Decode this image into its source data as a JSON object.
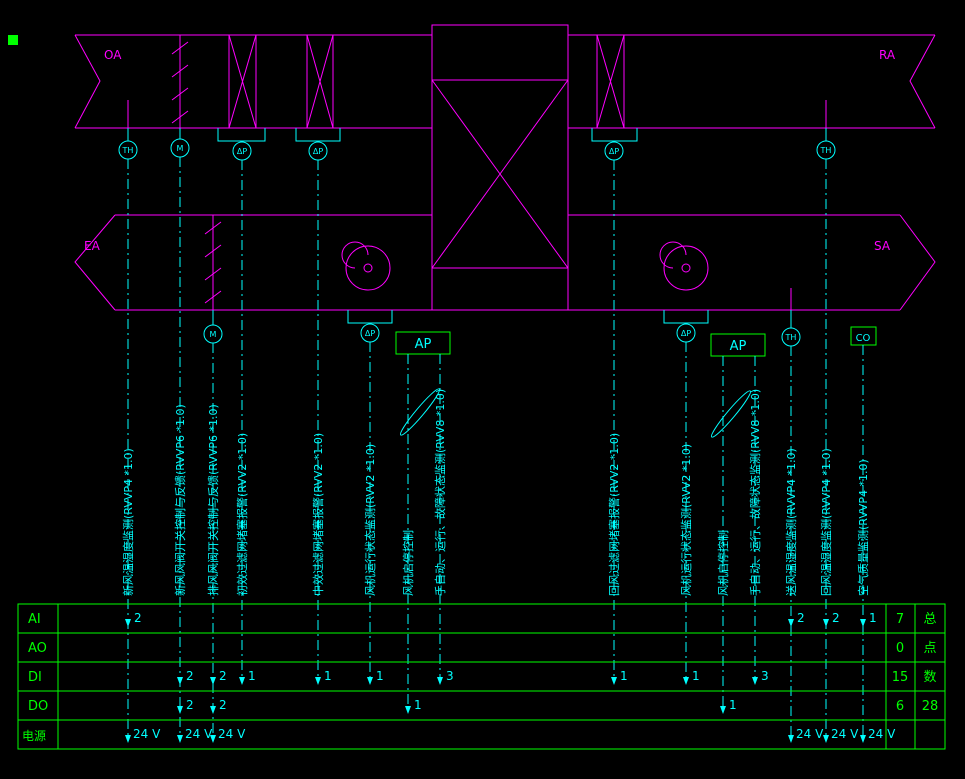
{
  "colors": {
    "magenta": "#FF00FF",
    "cyan": "#00FFFF",
    "green": "#00FF00",
    "background": "#000000"
  },
  "ducts": {
    "oa": "OA",
    "ra": "RA",
    "ea": "EA",
    "sa": "SA"
  },
  "sensor_glyphs": {
    "th": "TH",
    "m": "M",
    "dp": "ΔP"
  },
  "boxes": {
    "ap1": "AP",
    "ap2": "AP",
    "co": "CO"
  },
  "signals": [
    "新风温湿度监测(RVVP4 *1.0)",
    "新风风阀开关控制与反馈(RVVP6 *1.0)",
    "排风风阀开关控制与反馈(RVVP6 *1.0)",
    "初效过滤网堵塞报警(RVV2 *1.0)",
    "中效过滤网堵塞报警(RVV2 *1.0)",
    "风机运行状态监测(RVV2 *1.0)",
    "风机启停控制",
    "手自动、运行、故障状态监测(RVV8 *1.0)",
    "回风过滤网堵塞报警(RVV2 *1.0)",
    "风机运行状态监测(RVV2 *1.0)",
    "风机启停控制",
    "手自动、运行、故障状态监测(RVV8 *1.0)",
    "送风温湿度监测(RVVP4 *1.0)",
    "回风温湿度监测(RVVP4 *1.0)",
    "空气质量监测(RVVP4 *1.0)"
  ],
  "marks": {
    "ai": [
      "2",
      "2",
      "2",
      "1"
    ],
    "di": [
      "2",
      "2",
      "1",
      "1",
      "1",
      "3",
      "1",
      "1",
      "3"
    ],
    "do": [
      "2",
      "2",
      "1",
      "1"
    ],
    "power": [
      "24 V",
      "24 V",
      "24 V",
      "24 V",
      "24 V",
      "24 V"
    ]
  },
  "table": {
    "rows": [
      {
        "label": "AI",
        "total": "7"
      },
      {
        "label": "AO",
        "total": "0"
      },
      {
        "label": "DI",
        "total": "15"
      },
      {
        "label": "DO",
        "total": "6"
      },
      {
        "label": "电源",
        "total": ""
      }
    ],
    "total_chars": [
      "总",
      "点",
      "数"
    ],
    "grand_total": "28"
  }
}
